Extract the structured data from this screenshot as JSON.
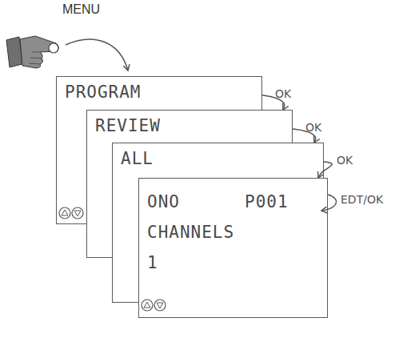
{
  "diagram": {
    "nodes": [
      {
        "text": [
          "PROGRAM"
        ]
      },
      {
        "text": [
          "REVIEW"
        ]
      },
      {
        "text": [
          "ALL"
        ]
      },
      {
        "text": [
          "ONO",
          "P001",
          "CHANNELS",
          "1"
        ]
      }
    ],
    "edges": [
      {
        "from": 0,
        "to": 1,
        "label": "OK",
        "arrow": "to"
      },
      {
        "from": 1,
        "to": 2,
        "label": "OK",
        "arrow": "to"
      },
      {
        "from": 2,
        "to": 3,
        "label": "OK",
        "arrow": "to"
      }
    ],
    "labels": [
      "MENU",
      "EDT/OK"
    ]
  }
}
